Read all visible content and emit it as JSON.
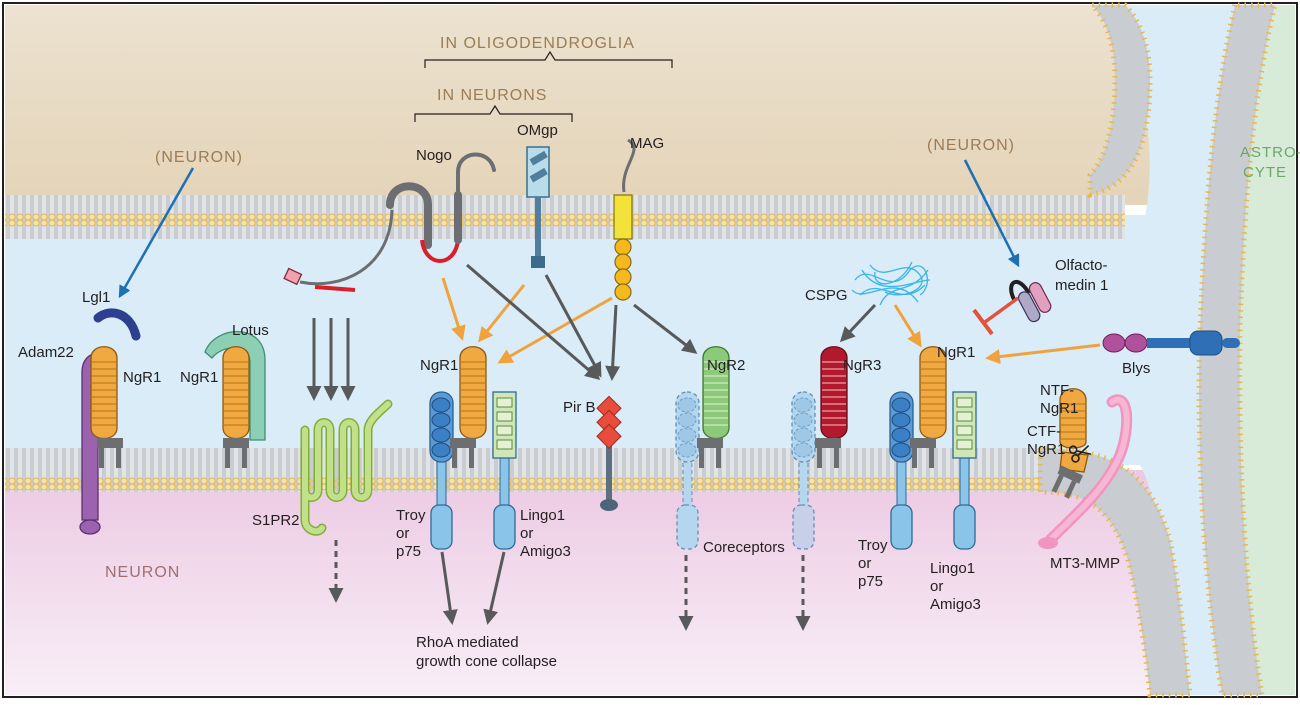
{
  "labels": {
    "in_oligodendroglia": "IN OLIGODENDROGLIA",
    "in_neurons": "IN NEURONS",
    "neuron_left": "(NEURON)",
    "neuron_right": "(NEURON)",
    "astrocyte_1": "ASTRO-",
    "astrocyte_2": "CYTE",
    "neuron_region": "NEURON",
    "nogo": "Nogo",
    "omgp": "OMgp",
    "mag": "MAG",
    "lgl1": "Lgl1",
    "adam22": "Adam22",
    "ngr1_a": "NgR1",
    "lotus": "Lotus",
    "ngr1_b": "NgR1",
    "s1pr2": "S1PR2",
    "ngr1_c": "NgR1",
    "pirb": "Pir B",
    "ngr2": "NgR2",
    "cspg": "CSPG",
    "ngr3": "NgR3",
    "ngr1_d": "NgR1",
    "olfacto_1": "Olfacto-",
    "olfacto_2": "medin 1",
    "blys": "Blys",
    "ntf_1": "NTF-",
    "ntf_2": "NgR1",
    "ctf_1": "CTF-",
    "ctf_2": "NgR1",
    "mt3mmp": "MT3-MMP",
    "troy_a_1": "Troy",
    "troy_a_2": "or",
    "troy_a_3": "p75",
    "lingo_a_1": "Lingo1",
    "lingo_a_2": "or",
    "lingo_a_3": "Amigo3",
    "coreceptors": "Coreceptors",
    "troy_b_1": "Troy",
    "troy_b_2": "or",
    "troy_b_3": "p75",
    "lingo_b_1": "Lingo1",
    "lingo_b_2": "or",
    "lingo_b_3": "Amigo3",
    "rhoa_1": "RhoA mediated",
    "rhoa_2": "growth cone collapse"
  },
  "colors": {
    "oligo_bg": "#efe6d6",
    "extracellular": "#d9ecf7",
    "neuron_bg": "#f1d8ea",
    "astrocyte": "#d8ead8",
    "membrane": "#c9cdd2",
    "lipid_head": "#e8b84a",
    "ngr1": "#f0a940",
    "orange_arrow": "#f0a23c",
    "gray_arrow": "#58595b",
    "blue_arrow": "#1f6fb5",
    "red_inhibit": "#e3523d",
    "nogo_red": "#d81f2a",
    "mag_yellow": "#f3e23a",
    "pirb_red": "#e84c3d",
    "troy_blue": "#5b9bd5",
    "lingo_green": "#cfe6b8",
    "ngr2_green": "#8cc97a",
    "ngr3_red": "#b0192e",
    "adam22_purple": "#9b63ae",
    "lgl1_navy": "#2f3f8f",
    "lotus_teal": "#8ccfb4",
    "s1pr2_green": "#a8d26a",
    "cspg_cyan": "#39b5e6",
    "blys_purple": "#b0519c",
    "mt3mmp_pink": "#f094c0"
  }
}
